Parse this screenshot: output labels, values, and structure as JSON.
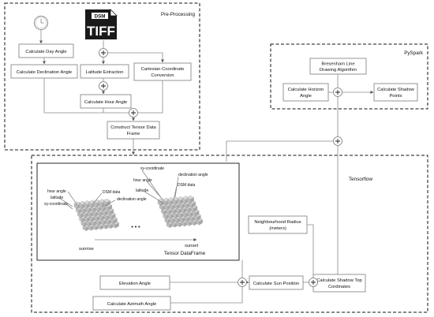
{
  "panels": {
    "preprocessing": "Pre-Processing",
    "pyspark": "PySpark",
    "tensorflow": "Tensorflow",
    "tensor_dataframe": "Tensor DataFrame"
  },
  "icons": {
    "file_badge": "DSM",
    "file_type": "TIFF"
  },
  "nodes": {
    "day_angle": "Calculate Day Angle",
    "declination_angle": "Calculate Declination Angle",
    "latitude_extraction": "Latitude Extraction",
    "cartesian_line1": "Cartesian Coordinate",
    "cartesian_line2": "Conversion",
    "hour_angle": "Calculate Hour Angle",
    "construct_line1": "Construct Tensor Data",
    "construct_line2": "Frame",
    "bresenham_line1": "Bresenham Line",
    "bresenham_line2": "Drawing Algorithm",
    "horizon_line1": "Calculate Horizon",
    "horizon_line2": "Angle",
    "shadow_points_line1": "Calculate Shadow",
    "shadow_points_line2": "Points",
    "neighbourhood_line1": "Neighbourhood Radius",
    "neighbourhood_line2": "(meters)",
    "elevation": "Elevation Angle",
    "azimuth": "Calculate Azimuth Angle",
    "sun_position": "Calculate Sun Position",
    "shadow_top_line1": "Calculate Shadow Top",
    "shadow_top_line2": "Cordinates"
  },
  "tensor_labels": {
    "left_hour_angle": "hour angle",
    "left_latitude": "latitude",
    "left_xy": "xy-coordinate",
    "left_dsm": "DSM data",
    "left_declination": "declination angle",
    "right_xy": "xy-coordinate",
    "right_hour_angle": "hour angle",
    "right_latitude": "latitude",
    "right_declination": "declination angle",
    "right_dsm": "DSM data",
    "ellipsis": "• • •",
    "sunrise": "sunrise",
    "sunset": "sunset"
  }
}
